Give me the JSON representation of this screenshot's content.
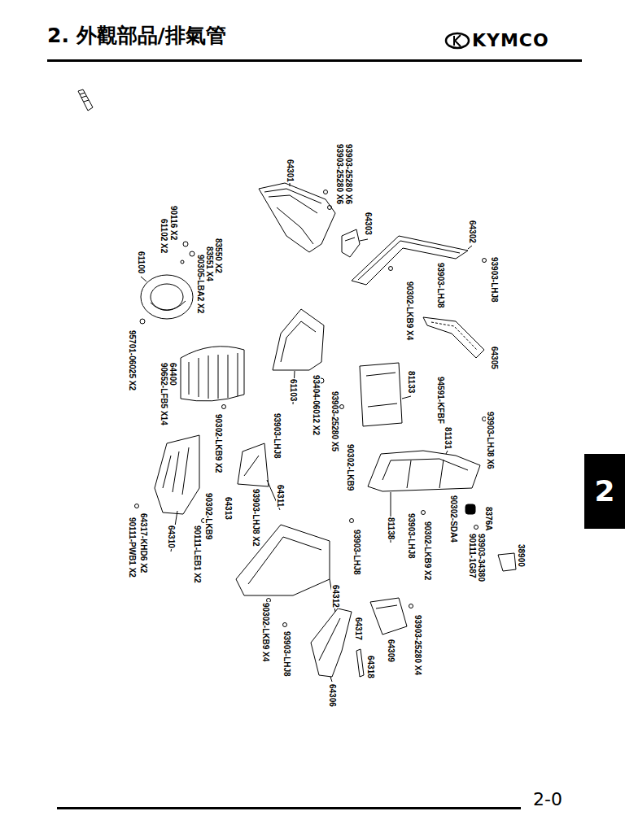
{
  "diagram": {
    "title": "2. 外觀部品/排氣管",
    "labels": [
      "KYMCO",
      "64301",
      "93903-25280 X6",
      "93903-25280 X6",
      "64303",
      "64302",
      "93903-LHJ8",
      "93903-LHJ8",
      "90302-LKB9 X4",
      "64305",
      "83550 X2",
      "83551 X4",
      "90305-LBA2 X2",
      "90116 X2",
      "61102 X2",
      "61100",
      "95701-06025 X2",
      "64400",
      "90652-LFB5 X14",
      "61103",
      "93404-06012 X2",
      "93903-25280 X5",
      "81133",
      "94591-KFBF",
      "81131",
      "93903-LHJ8 X6",
      "90302-LKB9",
      "93903-LHJ8",
      "90302-LKB9 X2",
      "64311",
      "93903-LHJ8 X2",
      "64313",
      "90302-LKB9",
      "90111-LEB1 X2",
      "64310",
      "64317-KHD6 X2",
      "90111-PWB1 X2",
      "90302-SDA4",
      "8376A",
      "93903-34380",
      "90111-1G87",
      "38900",
      "90302-LKB9 X2",
      "93903-LHJ8",
      "81138",
      "93903-LHJ8",
      "64312",
      "93903-25280 X4",
      "64317",
      "64309",
      "64318",
      "64306",
      "90302-LKB9 X4",
      "93903-LHJ8",
      "2",
      "2-0"
    ]
  }
}
